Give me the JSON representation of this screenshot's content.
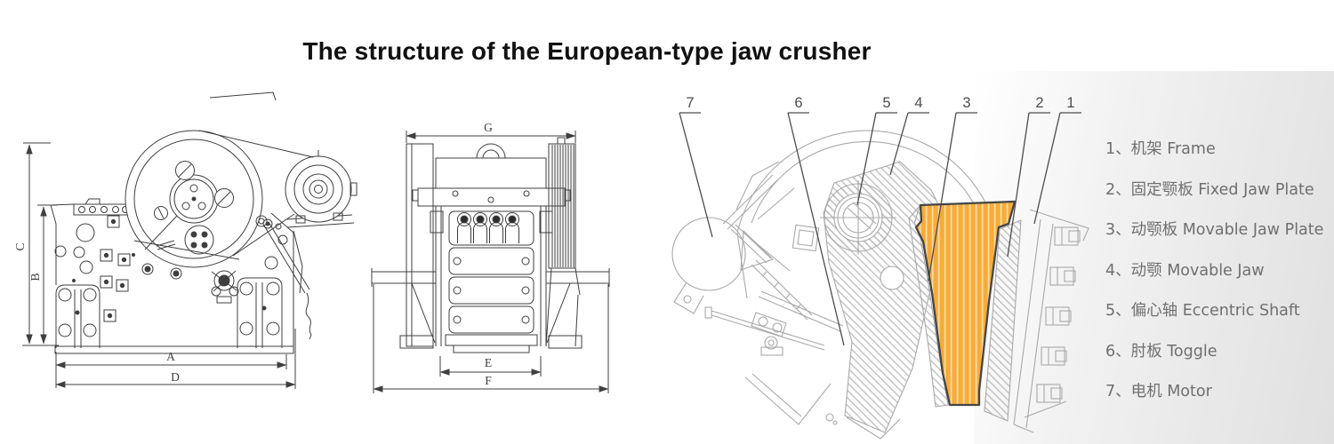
{
  "title": "The structure of the European-type jaw crusher",
  "views": {
    "side_view": {
      "dim_a": "A",
      "dim_b": "B",
      "dim_c": "C",
      "dim_d": "D"
    },
    "front_view": {
      "dim_e": "E",
      "dim_f": "F",
      "dim_g": "G"
    }
  },
  "section": {
    "callouts": [
      {
        "num": "7"
      },
      {
        "num": "6"
      },
      {
        "num": "5"
      },
      {
        "num": "4"
      },
      {
        "num": "3"
      },
      {
        "num": "2"
      },
      {
        "num": "1"
      }
    ]
  },
  "legend": {
    "items": [
      {
        "text": "1、机架 Frame"
      },
      {
        "text": "2、固定颚板 Fixed Jaw Plate"
      },
      {
        "text": "3、动颚板 Movable Jaw Plate"
      },
      {
        "text": "4、动颚 Movable Jaw"
      },
      {
        "text": "5、偏心轴 Eccentric Shaft"
      },
      {
        "text": "6、肘板 Toggle"
      },
      {
        "text": "7、电机 Motor"
      }
    ]
  },
  "colors": {
    "chamber_orange": "#F5AC39",
    "chamber_stripe": "#FBD9A2",
    "chamber_outline": "#454545",
    "section_line": "#a9a9a9",
    "drawing_line": "#3f3f3f",
    "legend_text": "#6f6f6f",
    "panel_gray": "#e0e0e0",
    "title_color": "#101010"
  }
}
